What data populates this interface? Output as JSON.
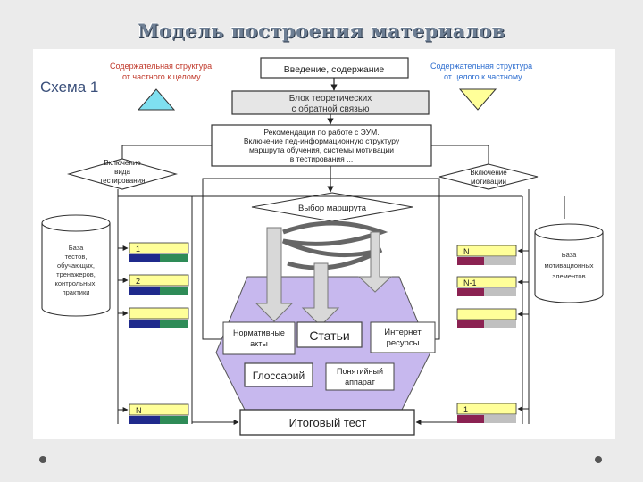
{
  "title": "Модель построения материалов",
  "scheme_label": "Схема 1",
  "left_header": [
    "Содержательная структура",
    "от частного к целому"
  ],
  "right_header": [
    "Содержательная структура",
    "от целого к частному"
  ],
  "boxes": {
    "intro": "Введение, содержание",
    "theory_block": [
      "Блок теоретических",
      "с обратной связью"
    ],
    "recommendations": [
      "Рекомендации по работе с ЭУМ.",
      "Включение пед-информационную структуру",
      "маршрута обучения, системы мотивации",
      "в тестирования ..."
    ],
    "route_choice": "Выбор маршрута",
    "testing_diamond": [
      "Включение",
      "вида",
      "тестирования"
    ],
    "motivation_diamond": [
      "Включение",
      "мотивации"
    ],
    "normative": [
      "Нормативные",
      "акты"
    ],
    "articles": "Статьи",
    "internet": [
      "Интернет",
      "ресурсы"
    ],
    "glossary": "Глоссарий",
    "concept": [
      "Понятийный",
      "аппарат"
    ],
    "final_test": "Итоговый тест"
  },
  "left_db": [
    "База",
    "тестов,",
    "обучающих,",
    "тренажеров,",
    "контрольных,",
    "практики"
  ],
  "right_db": [
    "База",
    "мотивационных",
    "элементов"
  ],
  "left_modules": [
    "1",
    "2",
    "",
    "N"
  ],
  "right_modules": [
    "N",
    "N-1",
    "",
    "1"
  ],
  "colors": {
    "yellow": "#ffff99",
    "navy": "#1f2a8c",
    "green": "#2e8b57",
    "maroon": "#8b2252",
    "gray": "#c0c0c0",
    "lavender": "#c7b8ee",
    "cyan": "#7fe0f0",
    "header_red": "#c0392b",
    "header_blue": "#2f6fd0"
  },
  "icons": {
    "left": "triangle-up-icon",
    "right": "triangle-down-icon"
  }
}
